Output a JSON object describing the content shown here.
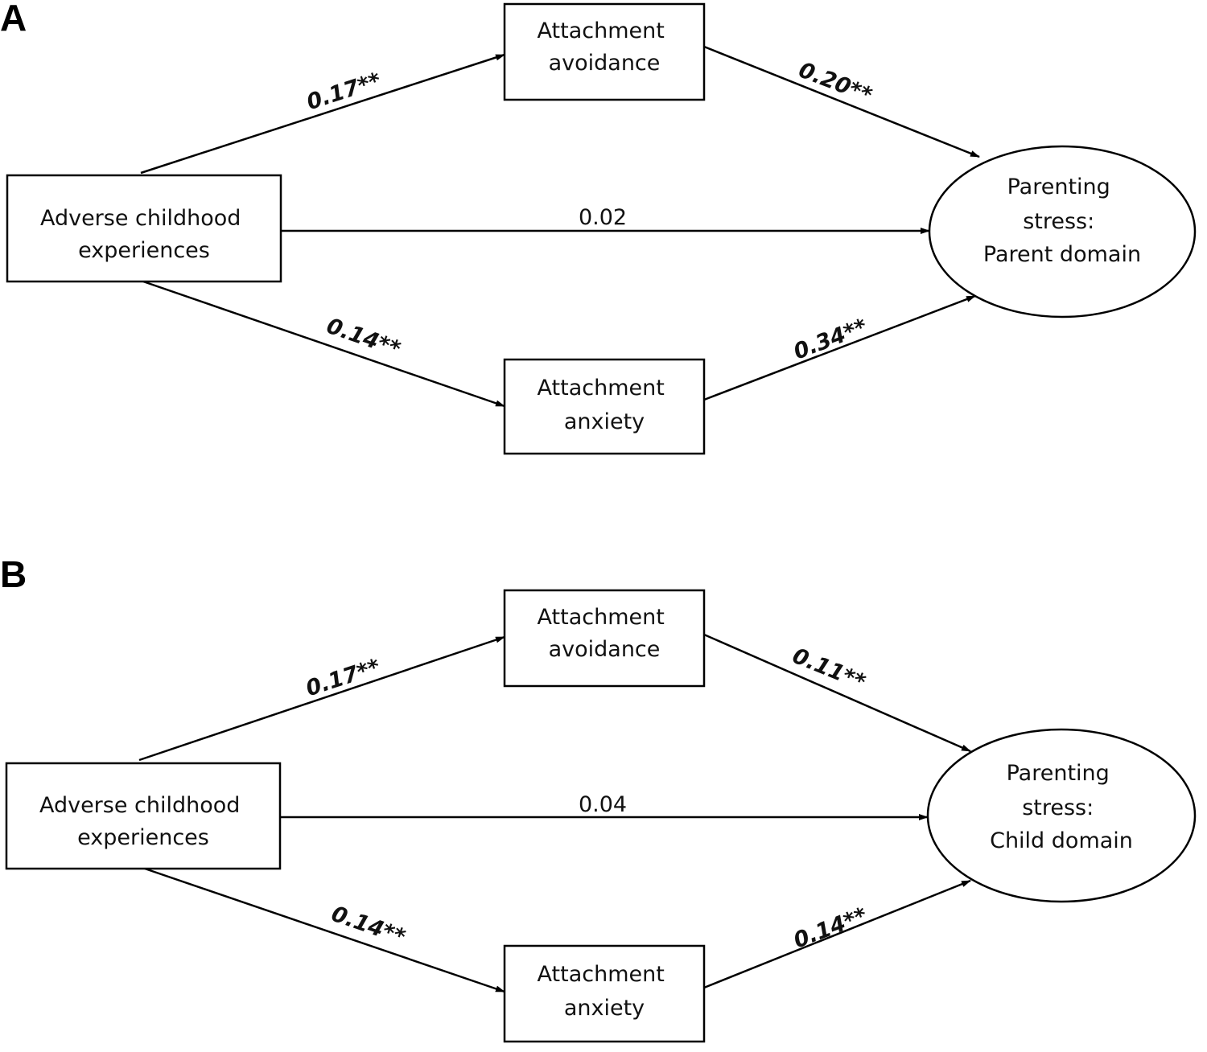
{
  "panels": [
    {
      "label": "A",
      "nodes": {
        "ace": [
          "Adverse childhood",
          "experiences"
        ],
        "avoidance": [
          "Attachment",
          "avoidance"
        ],
        "anxiety": [
          "Attachment",
          "anxiety"
        ],
        "outcome": [
          "Parenting",
          "stress:",
          "Parent domain"
        ]
      },
      "paths": {
        "ace_to_avoidance": "0.17**",
        "avoidance_to_outcome": "0.20**",
        "ace_to_outcome": "0.02",
        "ace_to_anxiety": "0.14**",
        "anxiety_to_outcome": "0.34**"
      }
    },
    {
      "label": "B",
      "nodes": {
        "ace": [
          "Adverse childhood",
          "experiences"
        ],
        "avoidance": [
          "Attachment",
          "avoidance"
        ],
        "anxiety": [
          "Attachment",
          "anxiety"
        ],
        "outcome": [
          "Parenting",
          "stress:",
          "Child domain"
        ]
      },
      "paths": {
        "ace_to_avoidance": "0.17**",
        "avoidance_to_outcome": "0.11**",
        "ace_to_outcome": "0.04",
        "ace_to_anxiety": "0.14**",
        "anxiety_to_outcome": "0.14**"
      }
    }
  ]
}
